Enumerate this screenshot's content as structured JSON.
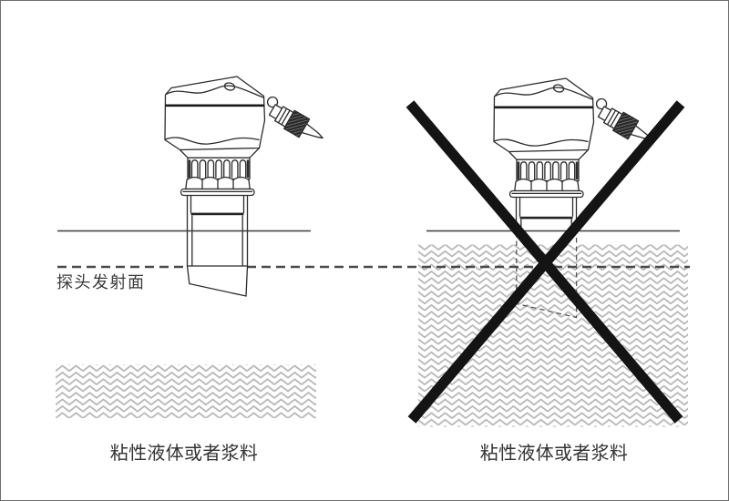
{
  "diagram": {
    "emission_surface_label": "探头发射面",
    "left_caption": "粘性液体或者浆料",
    "right_caption": "粘性液体或者浆料"
  },
  "colors": {
    "outline": "#2b2b2b",
    "reference_line": "#3a3a3a",
    "dashed_line": "#4a4a4a",
    "liquid_pattern": "#b9b9b9",
    "prohibition_x": "#141414",
    "border": "#6e6e6e",
    "text": "#333333"
  },
  "icons": {
    "left_sensor": "ultrasonic-level-sensor-icon",
    "right_sensor": "ultrasonic-level-sensor-icon",
    "prohibition": "x-cross-icon",
    "liquid": "zigzag-liquid-icon"
  }
}
